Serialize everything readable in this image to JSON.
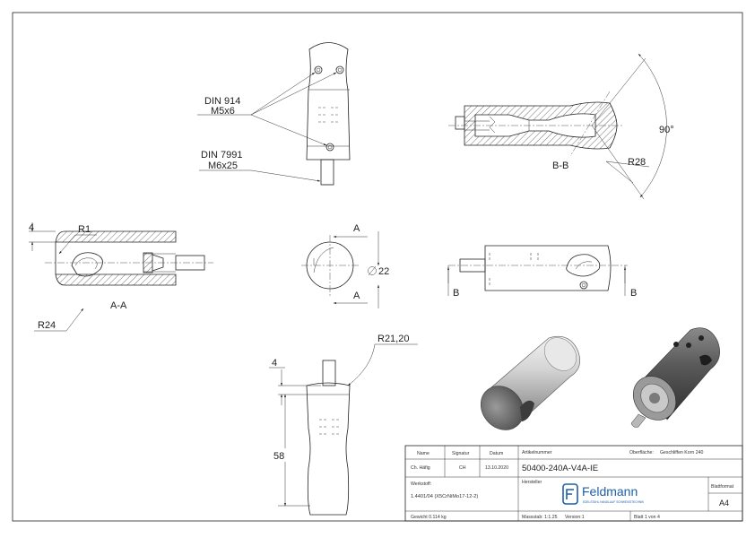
{
  "labels": {
    "din914": "DIN 914",
    "m5x6": "M5x6",
    "din7991": "DIN 7991",
    "m6x25": "M6x25",
    "dim4_left": "4",
    "r1": "R1",
    "r24": "R24",
    "section_aa": "A-A",
    "section_bb": "B-B",
    "angle90": "90°",
    "r28": "R28",
    "diameter22": "22",
    "cut_a": "A",
    "cut_b": "B",
    "dim4_bottom": "4",
    "r2120": "R21,20",
    "dim58": "58"
  },
  "titleblock": {
    "name_label": "Name",
    "signatur_label": "Signatur",
    "datum_label": "Datum",
    "artikelnummer_label": "Artikelnummer",
    "oberflaeche_label": "Oberfläche:",
    "oberflaeche_value": "Geschliffen Korn 240",
    "row_label": "Ch. Häfig",
    "signatur_value": "CH",
    "datum_value": "13.10.2020",
    "artikelnummer_value": "50400-240A-V4A-IE",
    "werkstoff_label": "Werkstoff:",
    "werkstoff_value": "1.4401/04 (X5CrNiMo17-12-2)",
    "hersteller_label": "Hersteller",
    "company_name": "Feldmann",
    "company_tagline": "EDELSTAHL HANDLAUF SCHWEISSTECHNIK",
    "blattformat_label": "Blattformat",
    "blattformat_value": "A4",
    "gewicht": "Gewicht 0.114 kg",
    "massstab": "Massstab: 1:1.25",
    "version": "Version:1",
    "blatt": "Blatt 1 von 4"
  },
  "colors": {
    "brand": "#1f5fa8",
    "line": "#222222",
    "metal_light": "#d8d8d8",
    "metal_mid": "#8c8c8c",
    "metal_dark": "#454545"
  }
}
